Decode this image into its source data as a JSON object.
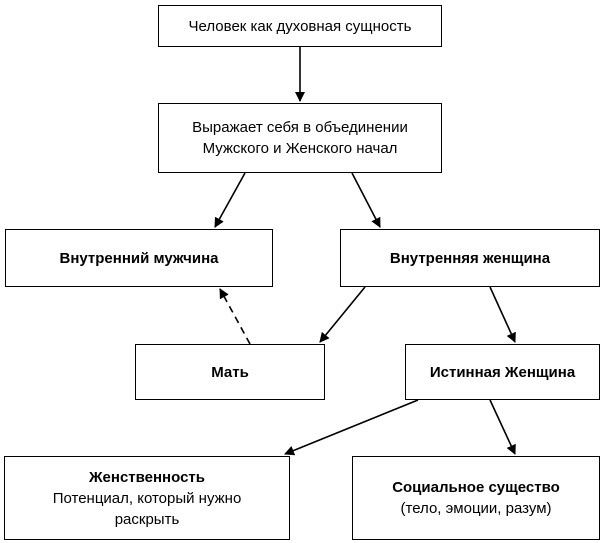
{
  "nodes": {
    "top": {
      "text": "Человек как духовная сущность"
    },
    "expresses": {
      "line1": "Выражает себя в объединении",
      "line2": "Мужского и Женского начал"
    },
    "inner_man": {
      "text": "Внутренний мужчина"
    },
    "inner_woman": {
      "text": "Внутренняя женщина"
    },
    "mother": {
      "text": "Мать"
    },
    "true_woman": {
      "text": "Истинная Женщина"
    },
    "femininity": {
      "title": "Женственность",
      "line1": "Потенциал, который нужно",
      "line2": "раскрыть"
    },
    "social": {
      "title": "Социальное существо",
      "line1": "(тело, эмоции, разум)"
    }
  }
}
